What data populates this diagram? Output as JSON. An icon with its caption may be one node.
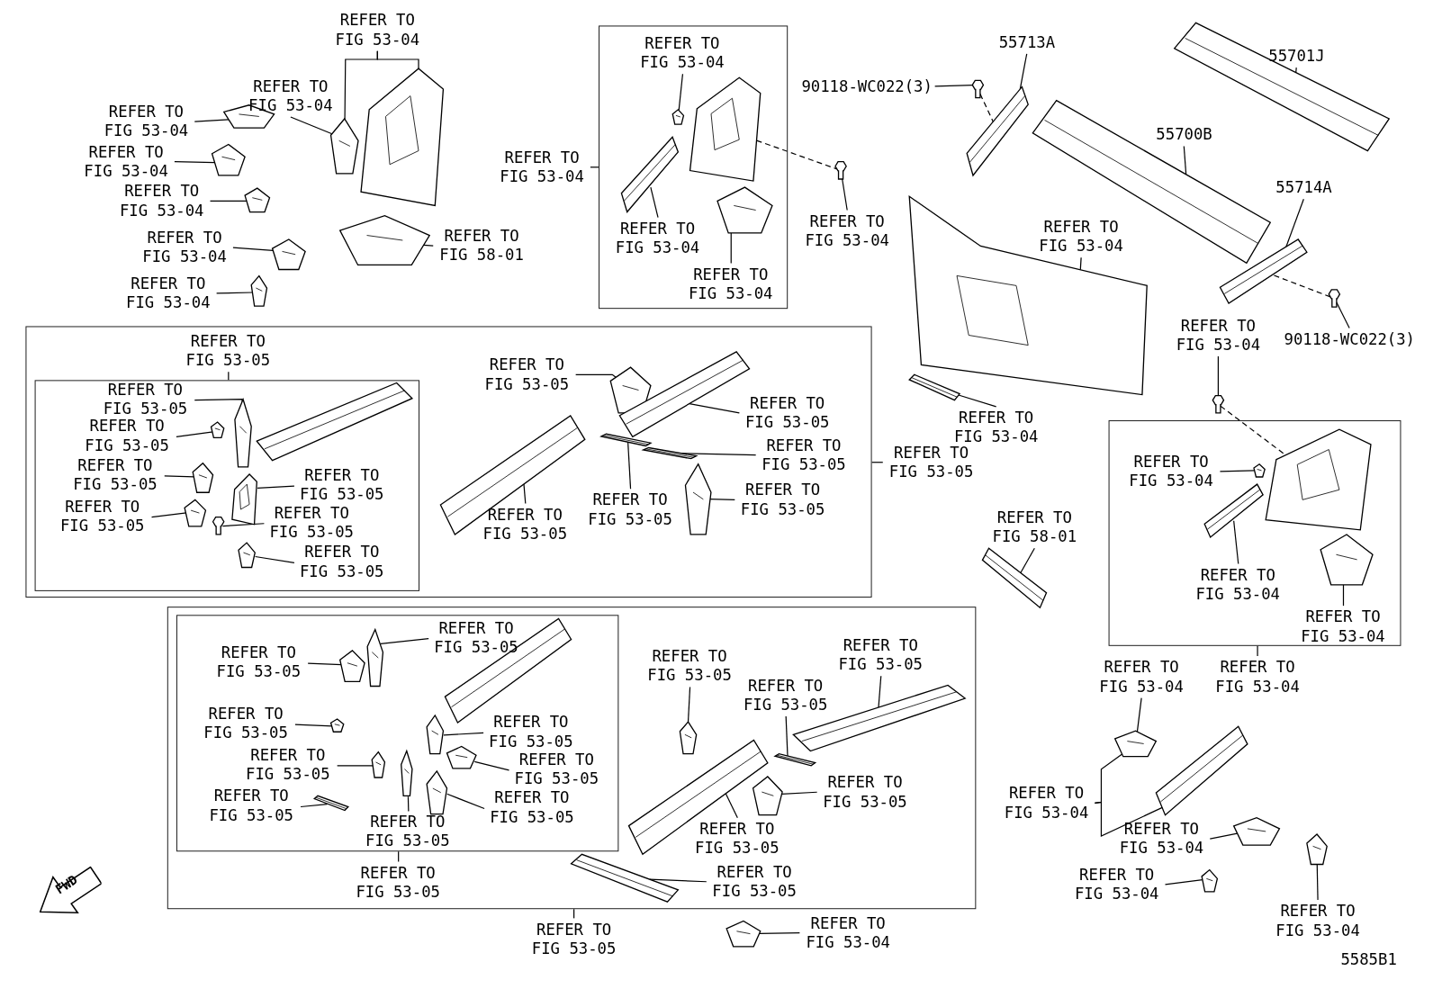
{
  "diagram": {
    "nodes": [
      {
        "text": [
          "REFER TO FIG 53-04"
        ]
      },
      {
        "text": [
          "REFER TO FIG 53-04"
        ]
      },
      {
        "text": [
          "REFER TO FIG 53-04"
        ]
      },
      {
        "text": [
          "REFER TO FIG 53-04"
        ]
      },
      {
        "text": [
          "REFER TO FIG 53-04"
        ]
      },
      {
        "text": [
          "REFER TO FIG 53-04"
        ]
      },
      {
        "text": [
          "REFER TO FIG 53-04"
        ]
      },
      {
        "text": [
          "REFER TO FIG 58-01"
        ]
      },
      {
        "text": [],
        "shape": "box"
      },
      {
        "text": [
          "REFER TO FIG 53-04"
        ],
        "in": 8
      },
      {
        "text": [
          "REFER TO FIG 53-04"
        ]
      },
      {
        "text": [
          "REFER TO FIG 53-04"
        ],
        "in": 8
      },
      {
        "text": [
          "REFER TO FIG 53-04"
        ],
        "in": 8
      },
      {
        "text": [
          "REFER TO FIG 53-04"
        ]
      },
      {
        "text": [
          "90118-WC022(3)"
        ]
      },
      {
        "text": [
          "55713A"
        ]
      },
      {
        "text": [
          "55701J"
        ]
      },
      {
        "text": [
          "55700B"
        ]
      },
      {
        "text": [
          "REFER TO FIG 53-04"
        ]
      },
      {
        "text": [
          "55714A"
        ]
      },
      {
        "text": [
          "REFER TO FIG 53-04"
        ]
      },
      {
        "text": [
          "90118-WC022(3)"
        ]
      },
      {
        "text": [
          "REFER TO FIG 53-04"
        ]
      },
      {
        "text": [],
        "shape": "box"
      },
      {
        "text": [
          "REFER TO FIG 53-05"
        ],
        "in": 23
      },
      {
        "text": [],
        "shape": "box",
        "in": 23
      },
      {
        "text": [
          "REFER TO FIG 53-05"
        ],
        "in": 25
      },
      {
        "text": [
          "REFER TO FIG 53-05"
        ],
        "in": 25
      },
      {
        "text": [
          "REFER TO FIG 53-05"
        ],
        "in": 25
      },
      {
        "text": [
          "REFER TO FIG 53-05"
        ],
        "in": 25
      },
      {
        "text": [
          "REFER TO FIG 53-05"
        ],
        "in": 25
      },
      {
        "text": [
          "REFER TO FIG 53-05"
        ],
        "in": 25
      },
      {
        "text": [
          "REFER TO FIG 53-05"
        ],
        "in": 25
      },
      {
        "text": [
          "REFER TO FIG 53-05"
        ],
        "in": 23
      },
      {
        "text": [
          "REFER TO FIG 53-05"
        ],
        "in": 23
      },
      {
        "text": [
          "REFER TO FIG 53-05"
        ],
        "in": 23
      },
      {
        "text": [
          "REFER TO FIG 53-05"
        ],
        "in": 23
      },
      {
        "text": [
          "REFER TO FIG 53-05"
        ],
        "in": 23
      },
      {
        "text": [
          "REFER TO FIG 53-05"
        ],
        "in": 23
      },
      {
        "text": [
          "REFER TO FIG 53-05"
        ]
      },
      {
        "text": [
          "REFER TO FIG 58-01"
        ]
      },
      {
        "text": [],
        "shape": "box"
      },
      {
        "text": [
          "REFER TO FIG 53-04"
        ],
        "in": 41
      },
      {
        "text": [
          "REFER TO FIG 53-04"
        ],
        "in": 41
      },
      {
        "text": [
          "REFER TO FIG 53-04"
        ],
        "in": 41
      },
      {
        "text": [
          "REFER TO FIG 53-04"
        ]
      },
      {
        "text": [
          "REFER TO FIG 53-04"
        ]
      },
      {
        "text": [
          "REFER TO FIG 53-04"
        ]
      },
      {
        "text": [
          "REFER TO FIG 53-04"
        ]
      },
      {
        "text": [
          "REFER TO FIG 53-04"
        ]
      },
      {
        "text": [
          "REFER TO FIG 53-04"
        ]
      },
      {
        "text": [],
        "shape": "box"
      },
      {
        "text": [],
        "shape": "box",
        "in": 51
      },
      {
        "text": [
          "REFER TO FIG 53-05"
        ],
        "in": 52
      },
      {
        "text": [
          "REFER TO FIG 53-05"
        ],
        "in": 52
      },
      {
        "text": [
          "REFER TO FIG 53-05"
        ],
        "in": 52
      },
      {
        "text": [
          "REFER TO FIG 53-05"
        ],
        "in": 52
      },
      {
        "text": [
          "REFER TO FIG 53-05"
        ],
        "in": 52
      },
      {
        "text": [
          "REFER TO FIG 53-05"
        ],
        "in": 52
      },
      {
        "text": [
          "REFER TO FIG 53-05"
        ],
        "in": 52
      },
      {
        "text": [
          "REFER TO FIG 53-05"
        ],
        "in": 52
      },
      {
        "text": [
          "REFER TO FIG 53-05"
        ],
        "in": 52
      },
      {
        "text": [
          "REFER TO FIG 53-05"
        ],
        "in": 51
      },
      {
        "text": [
          "REFER TO FIG 53-05"
        ],
        "in": 51
      },
      {
        "text": [
          "REFER TO FIG 53-05"
        ],
        "in": 51
      },
      {
        "text": [
          "REFER TO FIG 53-05"
        ],
        "in": 51
      },
      {
        "text": [
          "REFER TO FIG 53-05"
        ],
        "in": 51
      },
      {
        "text": [
          "REFER TO FIG 53-05"
        ],
        "in": 51
      },
      {
        "text": [
          "REFER TO FIG 53-05"
        ],
        "in": 51
      },
      {
        "text": [
          "REFER TO FIG 53-05"
        ]
      },
      {
        "text": [
          "REFER TO FIG 53-04"
        ]
      },
      {
        "text": [],
        "shape": "picture"
      },
      {
        "text": [],
        "shape": "picture"
      },
      {
        "text": [],
        "shape": "picture"
      },
      {
        "text": [],
        "shape": "picture"
      },
      {
        "text": [],
        "shape": "picture"
      },
      {
        "text": [],
        "shape": "picture"
      },
      {
        "text": [],
        "shape": "picture"
      },
      {
        "text": [],
        "shape": "picture"
      },
      {
        "text": [],
        "shape": "picture",
        "in": 8
      },
      {
        "text": [],
        "shape": "picture",
        "in": 8
      },
      {
        "text": [],
        "shape": "picture",
        "in": 8
      },
      {
        "text": [],
        "shape": "picture",
        "in": 8
      },
      {
        "text": [],
        "shape": "picture"
      },
      {
        "text": [],
        "shape": "picture"
      },
      {
        "text": [],
        "shape": "picture"
      },
      {
        "text": [],
        "shape": "picture"
      },
      {
        "text": [],
        "shape": "picture"
      },
      {
        "text": [],
        "shape": "picture"
      },
      {
        "text": [],
        "shape": "picture"
      },
      {
        "text": [],
        "shape": "picture"
      },
      {
        "text": [],
        "shape": "picture"
      },
      {
        "text": [],
        "shape": "picture"
      },
      {
        "text": [],
        "shape": "picture",
        "in": 25
      },
      {
        "text": [],
        "shape": "picture",
        "in": 25
      },
      {
        "text": [],
        "shape": "picture",
        "in": 25
      },
      {
        "text": [],
        "shape": "picture",
        "in": 25
      },
      {
        "text": [],
        "shape": "picture",
        "in": 25
      },
      {
        "text": [],
        "shape": "picture",
        "in": 25
      },
      {
        "text": [],
        "shape": "picture",
        "in": 25
      },
      {
        "text": [],
        "shape": "picture",
        "in": 25
      },
      {
        "text": [],
        "shape": "picture",
        "in": 23
      },
      {
        "text": [],
        "shape": "picture",
        "in": 23
      },
      {
        "text": [],
        "shape": "picture",
        "in": 23
      },
      {
        "text": [],
        "shape": "picture",
        "in": 23
      },
      {
        "text": [],
        "shape": "picture",
        "in": 23
      },
      {
        "text": [],
        "shape": "picture",
        "in": 23
      },
      {
        "text": [],
        "shape": "picture"
      },
      {
        "text": [],
        "shape": "picture",
        "in": 41
      },
      {
        "text": [],
        "shape": "picture",
        "in": 41
      },
      {
        "text": [],
        "shape": "picture",
        "in": 41
      },
      {
        "text": [],
        "shape": "picture",
        "in": 41
      },
      {
        "text": [],
        "shape": "picture"
      },
      {
        "text": [],
        "shape": "picture"
      },
      {
        "text": [],
        "shape": "picture"
      },
      {
        "text": [],
        "shape": "picture"
      },
      {
        "text": [],
        "shape": "picture"
      },
      {
        "text": [],
        "shape": "picture",
        "in": 52
      },
      {
        "text": [],
        "shape": "picture",
        "in": 52
      },
      {
        "text": [],
        "shape": "picture",
        "in": 52
      },
      {
        "text": [],
        "shape": "picture",
        "in": 52
      },
      {
        "text": [],
        "shape": "picture",
        "in": 52
      },
      {
        "text": [],
        "shape": "picture",
        "in": 52
      },
      {
        "text": [],
        "shape": "picture",
        "in": 52
      },
      {
        "text": [],
        "shape": "picture",
        "in": 52
      },
      {
        "text": [],
        "shape": "picture",
        "in": 52
      },
      {
        "text": [],
        "shape": "picture",
        "in": 52
      },
      {
        "text": [],
        "shape": "picture",
        "in": 51
      },
      {
        "text": [],
        "shape": "picture",
        "in": 51
      },
      {
        "text": [],
        "shape": "picture",
        "in": 51
      },
      {
        "text": [],
        "shape": "picture",
        "in": 51
      },
      {
        "text": [],
        "shape": "picture",
        "in": 51
      },
      {
        "text": [],
        "shape": "picture",
        "in": 51
      },
      {
        "text": [],
        "shape": "picture"
      },
      {
        "text": [
          "FWD"
        ]
      }
    ],
    "edges": [
      {
        "from": 0,
        "to": 77,
        "arrow": "none"
      },
      {
        "from": 0,
        "to": 76,
        "arrow": "none"
      },
      {
        "from": 1,
        "to": 77,
        "arrow": "none"
      },
      {
        "from": 2,
        "to": 71,
        "arrow": "none"
      },
      {
        "from": 3,
        "to": 72,
        "arrow": "none"
      },
      {
        "from": 4,
        "to": 73,
        "arrow": "none"
      },
      {
        "from": 5,
        "to": 74,
        "arrow": "none"
      },
      {
        "from": 6,
        "to": 75,
        "arrow": "none"
      },
      {
        "from": 7,
        "to": 78,
        "arrow": "none"
      },
      {
        "from": 9,
        "to": 79,
        "arrow": "none"
      },
      {
        "from": 10,
        "to": 8,
        "arrow": "none"
      },
      {
        "from": 11,
        "to": 81,
        "arrow": "none"
      },
      {
        "from": 12,
        "to": 82,
        "arrow": "none"
      },
      {
        "from": 13,
        "to": 83,
        "arrow": "none"
      },
      {
        "from": 14,
        "to": 84,
        "arrow": "none"
      },
      {
        "from": 15,
        "to": 85,
        "arrow": "none"
      },
      {
        "from": 16,
        "to": 86,
        "arrow": "none"
      },
      {
        "from": 17,
        "to": 87,
        "arrow": "none"
      },
      {
        "from": 18,
        "to": 88,
        "arrow": "none"
      },
      {
        "from": 19,
        "to": 89,
        "arrow": "none"
      },
      {
        "from": 20,
        "to": 91,
        "arrow": "none"
      },
      {
        "from": 21,
        "to": 90,
        "arrow": "none"
      },
      {
        "from": 22,
        "to": 92,
        "arrow": "none"
      },
      {
        "from": 24,
        "to": 25,
        "arrow": "none"
      },
      {
        "from": 26,
        "to": 94,
        "arrow": "none"
      },
      {
        "from": 27,
        "to": 95,
        "arrow": "none"
      },
      {
        "from": 28,
        "to": 96,
        "arrow": "none"
      },
      {
        "from": 29,
        "to": 97,
        "arrow": "none"
      },
      {
        "from": 30,
        "to": 100,
        "arrow": "none"
      },
      {
        "from": 31,
        "to": 98,
        "arrow": "none"
      },
      {
        "from": 32,
        "to": 99,
        "arrow": "none"
      },
      {
        "from": 33,
        "to": 102,
        "arrow": "none"
      },
      {
        "from": 34,
        "to": 103,
        "arrow": "none"
      },
      {
        "from": 35,
        "to": 105,
        "arrow": "none"
      },
      {
        "from": 36,
        "to": 101,
        "arrow": "none"
      },
      {
        "from": 37,
        "to": 104,
        "arrow": "none"
      },
      {
        "from": 38,
        "to": 106,
        "arrow": "none"
      },
      {
        "from": 39,
        "to": 23,
        "arrow": "none"
      },
      {
        "from": 40,
        "to": 107,
        "arrow": "none"
      },
      {
        "from": 42,
        "to": 109,
        "arrow": "none"
      },
      {
        "from": 43,
        "to": 110,
        "arrow": "none"
      },
      {
        "from": 44,
        "to": 111,
        "arrow": "none"
      },
      {
        "from": 45,
        "to": 112,
        "arrow": "none"
      },
      {
        "from": 46,
        "to": 41,
        "arrow": "none"
      },
      {
        "from": 47,
        "to": 112,
        "arrow": "none"
      },
      {
        "from": 47,
        "to": 113,
        "arrow": "none"
      },
      {
        "from": 48,
        "to": 114,
        "arrow": "none"
      },
      {
        "from": 49,
        "to": 115,
        "arrow": "none"
      },
      {
        "from": 50,
        "to": 116,
        "arrow": "none"
      },
      {
        "from": 53,
        "to": 117,
        "arrow": "none"
      },
      {
        "from": 54,
        "to": 118,
        "arrow": "none"
      },
      {
        "from": 55,
        "to": 120,
        "arrow": "none"
      },
      {
        "from": 56,
        "to": 121,
        "arrow": "none"
      },
      {
        "from": 57,
        "to": 126,
        "arrow": "none"
      },
      {
        "from": 58,
        "to": 123,
        "arrow": "none"
      },
      {
        "from": 59,
        "to": 124,
        "arrow": "none"
      },
      {
        "from": 60,
        "to": 125,
        "arrow": "none"
      },
      {
        "from": 61,
        "to": 122,
        "arrow": "none"
      },
      {
        "from": 62,
        "to": 52,
        "arrow": "none"
      },
      {
        "from": 63,
        "to": 127,
        "arrow": "none"
      },
      {
        "from": 64,
        "to": 130,
        "arrow": "none"
      },
      {
        "from": 65,
        "to": 129,
        "arrow": "none"
      },
      {
        "from": 66,
        "to": 131,
        "arrow": "none"
      },
      {
        "from": 67,
        "to": 128,
        "arrow": "none"
      },
      {
        "from": 68,
        "to": 132,
        "arrow": "none"
      },
      {
        "from": 69,
        "to": 51,
        "arrow": "none"
      },
      {
        "from": 70,
        "to": 133,
        "arrow": "none"
      },
      {
        "from": 84,
        "to": 85,
        "arrow": "none",
        "style": "dashed"
      },
      {
        "from": 80,
        "to": 83,
        "arrow": "none",
        "style": "dashed"
      },
      {
        "from": 91,
        "to": 108,
        "arrow": "none",
        "style": "dashed"
      },
      {
        "from": 90,
        "to": 89,
        "arrow": "none",
        "style": "dashed"
      }
    ],
    "labels": [
      "5585B1"
    ]
  }
}
